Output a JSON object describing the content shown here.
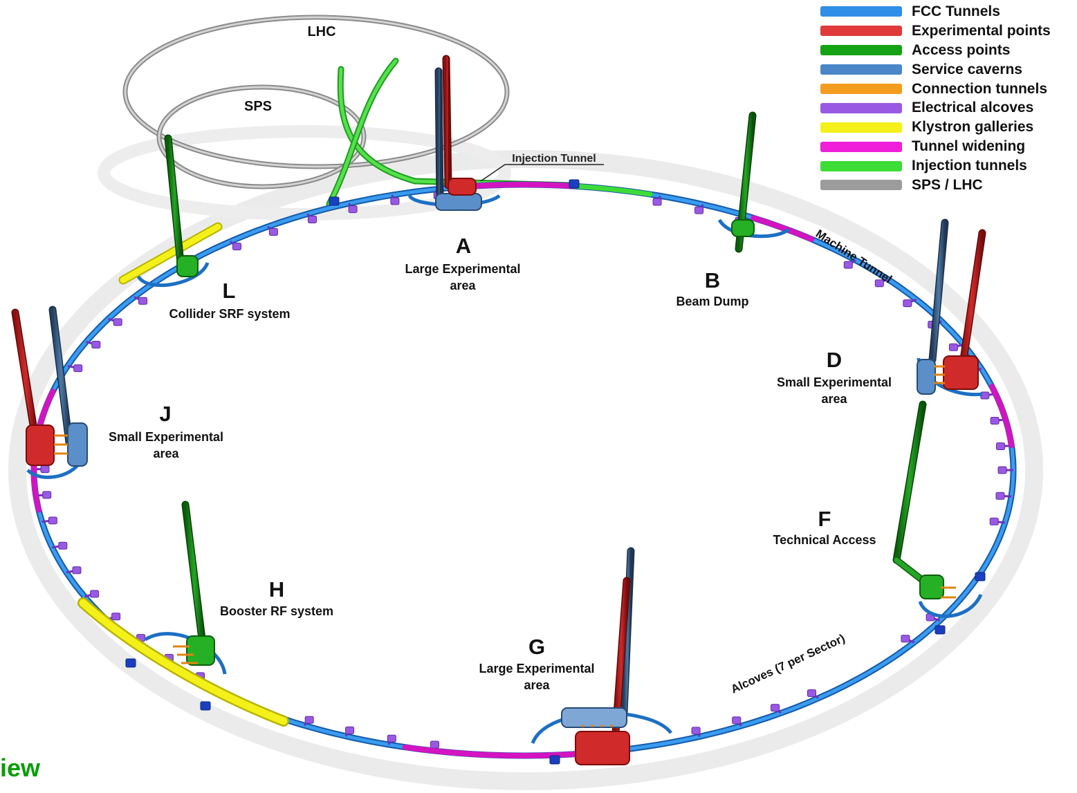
{
  "legend": [
    {
      "label": "FCC Tunnels",
      "color": "#2f8ee6"
    },
    {
      "label": "Experimental points",
      "color": "#e03a3a"
    },
    {
      "label": "Access points",
      "color": "#15a315"
    },
    {
      "label": "Service caverns",
      "color": "#4a86c8"
    },
    {
      "label": "Connection tunnels",
      "color": "#f39c1e"
    },
    {
      "label": "Electrical alcoves",
      "color": "#9a59e3"
    },
    {
      "label": "Klystron galleries",
      "color": "#f4f01a"
    },
    {
      "label": "Tunnel widening",
      "color": "#ee1ed9"
    },
    {
      "label": "Injection tunnels",
      "color": "#3edc36"
    },
    {
      "label": "SPS / LHC",
      "color": "#9c9c9c"
    }
  ],
  "ring_labels": {
    "lhc": "LHC",
    "sps": "SPS",
    "injection_tunnel": "Injection Tunnel",
    "machine_tunnel": "Machine Tunnel",
    "alcoves": "Alcoves (7 per Sector)"
  },
  "points": {
    "A": {
      "letter": "A",
      "desc": "Large Experimental area"
    },
    "B": {
      "letter": "B",
      "desc": "Beam Dump"
    },
    "D": {
      "letter": "D",
      "desc": "Small Experimental area"
    },
    "F": {
      "letter": "F",
      "desc": "Technical Access"
    },
    "G": {
      "letter": "G",
      "desc": "Large Experimental area"
    },
    "H": {
      "letter": "H",
      "desc": "Booster RF system"
    },
    "J": {
      "letter": "J",
      "desc": "Small Experimental area"
    },
    "L": {
      "letter": "L",
      "desc": "Collider SRF system"
    }
  },
  "corner_text": "iew"
}
